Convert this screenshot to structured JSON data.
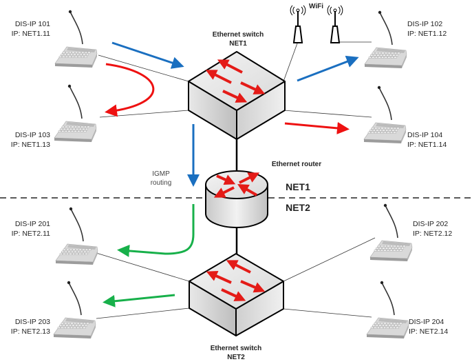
{
  "devices": [
    {
      "name": "DIS-IP 101",
      "ip": "IP: NET1.11"
    },
    {
      "name": "DIS-IP 102",
      "ip": "IP: NET1.12"
    },
    {
      "name": "DIS-IP 103",
      "ip": "IP: NET1.13"
    },
    {
      "name": "DIS-IP 104",
      "ip": "IP: NET1.14"
    },
    {
      "name": "DIS-IP 201",
      "ip": "IP: NET2.11"
    },
    {
      "name": "DIS-IP 202",
      "ip": "IP: NET2.12"
    },
    {
      "name": "DIS-IP 203",
      "ip": "IP: NET2.13"
    },
    {
      "name": "DIS-IP 204",
      "ip": "IP: NET2.14"
    }
  ],
  "switch1": {
    "line1": "Ethernet switch",
    "line2": "NET1"
  },
  "switch2": {
    "line1": "Ethernet switch",
    "line2": "NET2"
  },
  "router": {
    "label": "Ethernet router"
  },
  "wifi": {
    "label": "WiFi"
  },
  "igmp": {
    "line1": "IGMP",
    "line2": "routing"
  },
  "zones": {
    "net1": "NET1",
    "net2": "NET2"
  },
  "colors": {
    "blue": "#1a6fc0",
    "red": "#ee1111",
    "green": "#17b04a",
    "device_red": "#e41b17"
  }
}
